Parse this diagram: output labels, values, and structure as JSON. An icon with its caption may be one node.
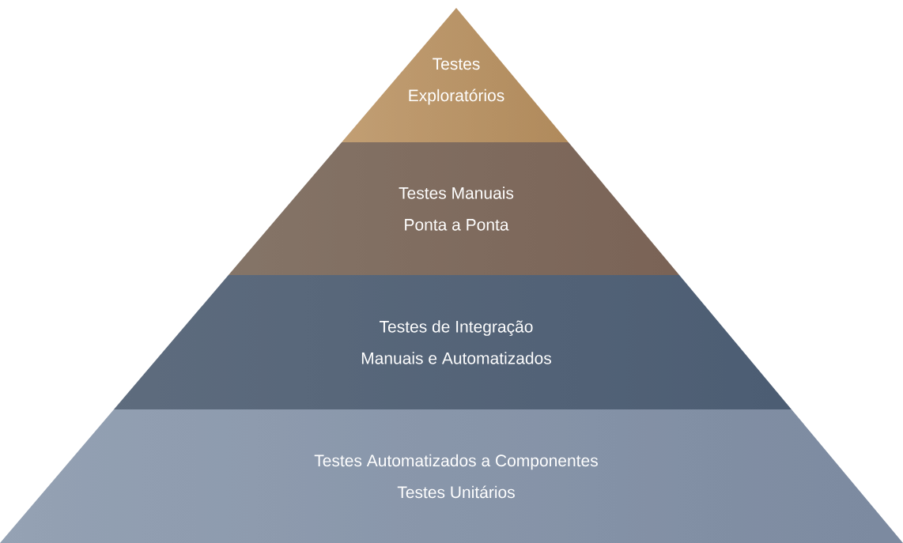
{
  "diagram": {
    "nodes": [
      {
        "text": [
          "Testes Exploratórios"
        ]
      },
      {
        "text": [
          "Testes Manuais",
          "Ponta a Ponta"
        ]
      },
      {
        "text": [
          "Testes de Integração",
          "Manuais e Automatizados"
        ]
      },
      {
        "text": [
          "Testes Automatizados a Componentes",
          "Testes Unitários"
        ]
      }
    ]
  }
}
